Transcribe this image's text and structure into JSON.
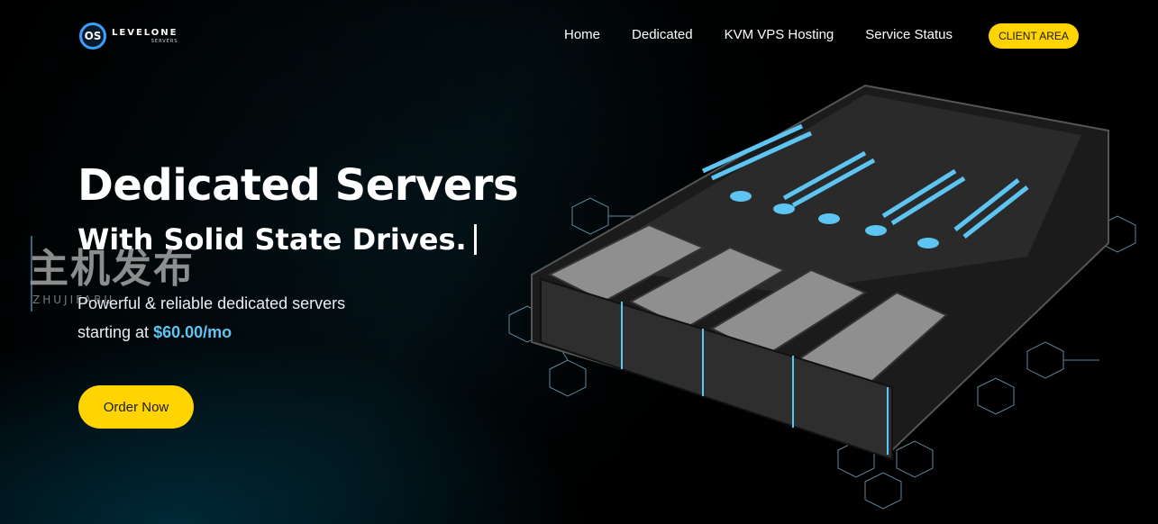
{
  "nav": {
    "logo_mark": "OS",
    "logo_main": "LEVELONE",
    "logo_sub": "SERVERS",
    "links": [
      "Home",
      "Dedicated",
      "KVM VPS Hosting",
      "Service Status"
    ],
    "client_area": "CLIENT AREA"
  },
  "hero": {
    "title": "Dedicated Servers",
    "subtitle": "With Solid State Drives.",
    "desc_line1": "Powerful & reliable dedicated servers",
    "desc_prefix": "starting at",
    "price": "$60.00/mo",
    "cta": "Order Now"
  },
  "watermark": {
    "text": "主机发布",
    "sub": "ZHUJIFABU"
  },
  "colors": {
    "accent": "#ffd400",
    "price": "#5ec4f2",
    "background": "#000000"
  }
}
